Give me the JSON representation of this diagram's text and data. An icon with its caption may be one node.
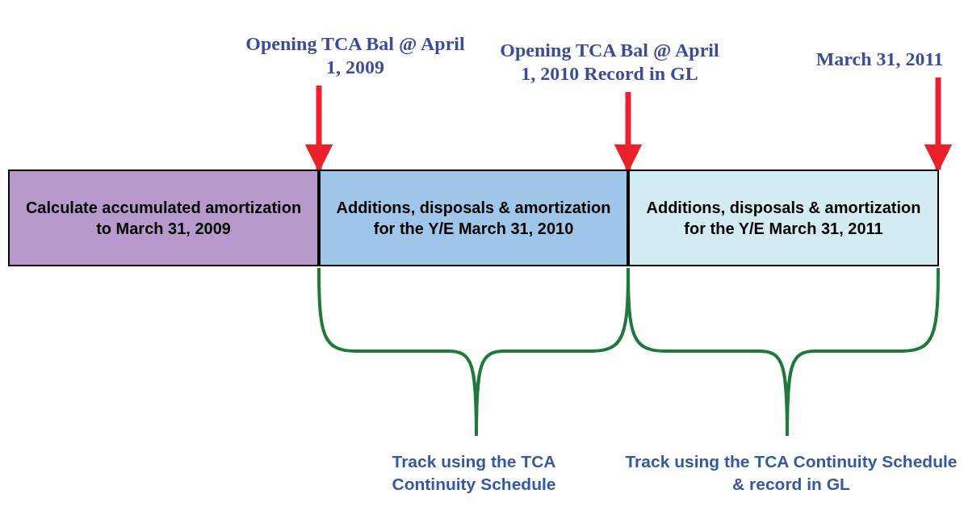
{
  "diagram": {
    "nodes": [
      {
        "text": [
          "Calculate accumulated amortization to March 31, 2009"
        ]
      },
      {
        "text": [
          "Additions, disposals & amortization for the Y/E March 31, 2010"
        ]
      },
      {
        "text": [
          "Additions, disposals & amortization for the Y/E March 31, 2011"
        ]
      },
      {
        "text": [
          "Opening TCA Bal @ April 1, 2009"
        ]
      },
      {
        "text": [
          "Opening TCA Bal @ April 1, 2010 Record in GL"
        ]
      },
      {
        "text": [
          "March 31, 2011"
        ]
      }
    ],
    "edges": [
      {
        "from": 3,
        "to": 1,
        "arrow": "to"
      },
      {
        "from": 4,
        "to": 2,
        "arrow": "to"
      },
      {
        "from": 5,
        "to": 2,
        "arrow": "to"
      }
    ],
    "labels": [
      "Track using the TCA Continuity Schedule",
      "Track using the TCA Continuity Schedule & record in GL"
    ]
  }
}
